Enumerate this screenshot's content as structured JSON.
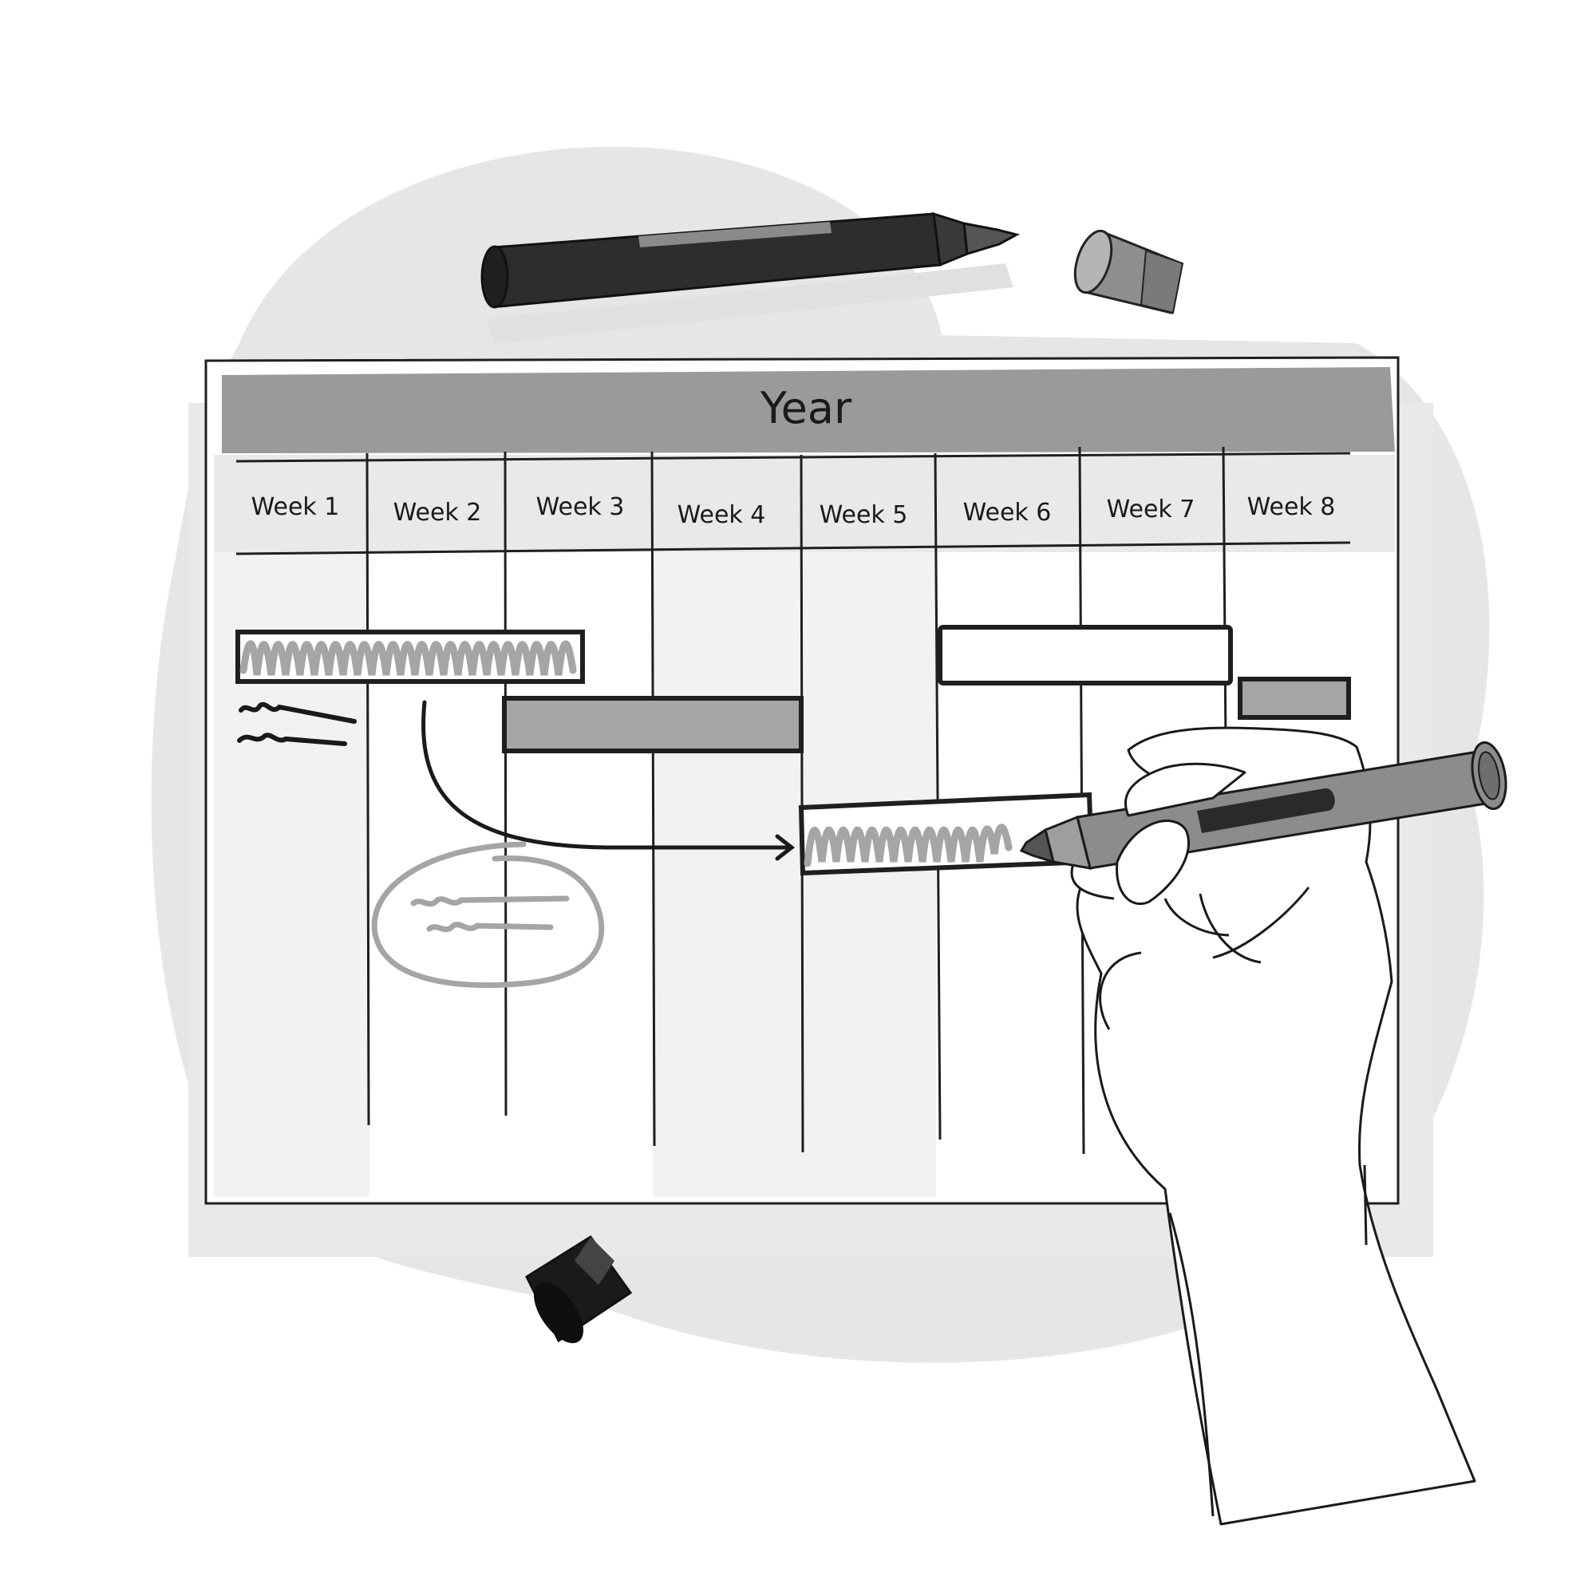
{
  "illustration": {
    "title": "Year",
    "weeks": [
      "Week 1",
      "Week 2",
      "Week 3",
      "Week 4",
      "Week 5",
      "Week 6",
      "Week 7",
      "Week 8"
    ],
    "colors": {
      "background_blob": "#e6e6e6",
      "header_band": "#9a9a9a",
      "sheet": "#ffffff",
      "shade": "#f2f2f2",
      "scribble": "#a5a5a5",
      "outline": "#1f1f1f",
      "marker_black": "#2d2d2d",
      "marker_grey": "#8c8c8c"
    },
    "objects": [
      "black-marker",
      "grey-marker-cap",
      "black-marker-cap",
      "hand",
      "grey-marker"
    ]
  }
}
